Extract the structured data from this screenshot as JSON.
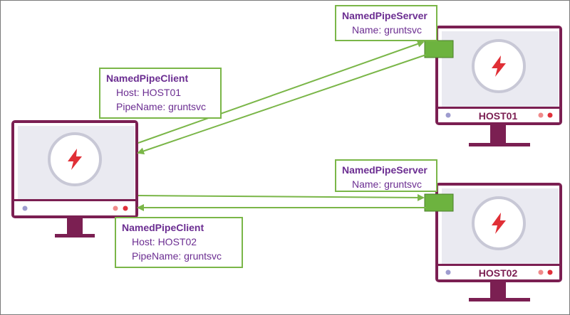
{
  "colors": {
    "monitor": "#7b1f52",
    "screen": "#eaeaf1",
    "bolt": "#e02f36",
    "ring": "#c8c8d6",
    "accent_green": "#7ab648",
    "pipe_green": "#6db33f",
    "label_text": "#6b2d91",
    "port_purple": "#9e9ccf",
    "led_red": "#e0303a",
    "led_pink": "#f08a8a"
  },
  "client": {
    "icon": "lightning-bolt-icon",
    "hostname": ""
  },
  "hosts": [
    {
      "hostname": "HOST01",
      "icon": "lightning-bolt-icon"
    },
    {
      "hostname": "HOST02",
      "icon": "lightning-bolt-icon"
    }
  ],
  "labels": {
    "client1": {
      "title": "NamedPipeClient",
      "host": "Host: HOST01",
      "pipe": "PipeName: gruntsvc"
    },
    "client2": {
      "title": "NamedPipeClient",
      "host": "Host: HOST02",
      "pipe": "PipeName: gruntsvc"
    },
    "server1": {
      "title": "NamedPipeServer",
      "name": "Name: gruntsvc"
    },
    "server2": {
      "title": "NamedPipeServer",
      "name": "Name: gruntsvc"
    }
  }
}
